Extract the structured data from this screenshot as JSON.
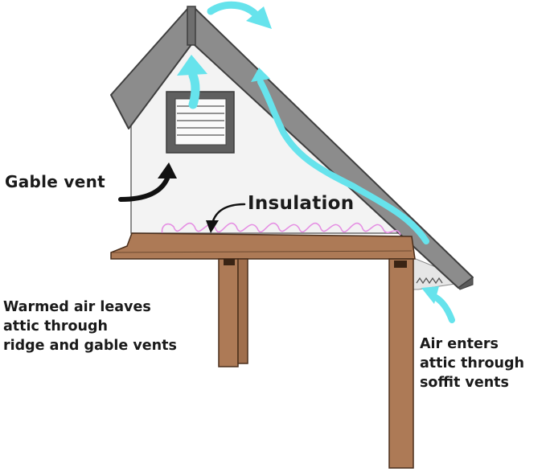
{
  "labels": {
    "gable_vent": "Gable vent",
    "insulation": "Insulation",
    "warmed_air": [
      "Warmed air leaves",
      "attic through",
      "ridge and gable vents"
    ],
    "air_enters": [
      "Air enters",
      "attic through",
      "soffit vents"
    ]
  },
  "colors": {
    "roof": "#8c8c8c",
    "roof_edge": "#3f3f3f",
    "wall": "#f3f3f3",
    "airflow": "#66e3ec",
    "wood": "#ad7a56",
    "wood_dark": "#4a2e1b",
    "insulation": "#e58fe3",
    "text": "#1a1a1a"
  }
}
